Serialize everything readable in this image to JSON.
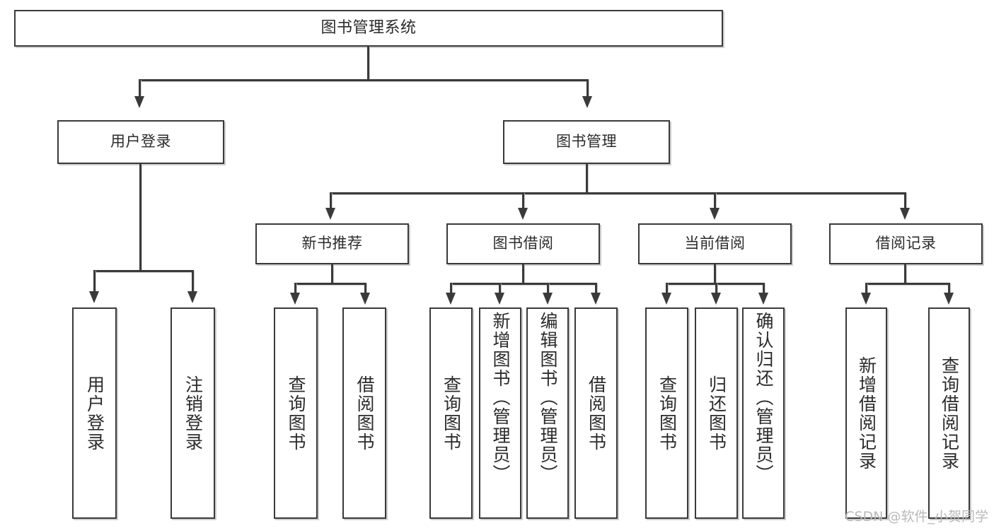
{
  "diagram": {
    "title": "图书管理系统",
    "type": "tree",
    "watermark": "CSDN @软件_小贺同学",
    "colors": {
      "box_border": "#3a3a3a",
      "box_fill": "#ffffff",
      "connector": "#3a3a3a",
      "text": "#2b2b2b",
      "watermark": "#b9b9b9",
      "background": "#ffffff"
    },
    "levels": {
      "root": "图书管理系统",
      "level2": [
        "用户登录",
        "图书管理"
      ],
      "level3": [
        "新书推荐",
        "图书借阅",
        "当前借阅",
        "借阅记录"
      ]
    }
  },
  "nodes": {
    "root": {
      "label": "图书管理系统"
    },
    "user_login": {
      "label": "用户登录"
    },
    "book_manage": {
      "label": "图书管理"
    },
    "new_book_rec": {
      "label": "新书推荐"
    },
    "book_borrow": {
      "label": "图书借阅"
    },
    "current_borrow": {
      "label": "当前借阅"
    },
    "borrow_record": {
      "label": "借阅记录"
    },
    "leaf_user_login": {
      "label": "用户登录"
    },
    "leaf_user_logout": {
      "label": "注销登录"
    },
    "leaf_query_book_1": {
      "label": "查询图书"
    },
    "leaf_borrow_book_1": {
      "label": "借阅图书"
    },
    "leaf_query_book_2": {
      "label": "查询图书"
    },
    "leaf_add_book": {
      "label": "新增图书（管理员）"
    },
    "leaf_edit_book": {
      "label": "编辑图书（管理员）"
    },
    "leaf_borrow_book_2": {
      "label": "借阅图书"
    },
    "leaf_query_book_3": {
      "label": "查询图书"
    },
    "leaf_return_book": {
      "label": "归还图书"
    },
    "leaf_confirm_return": {
      "label": "确认归还（管理员）"
    },
    "leaf_add_record": {
      "label": "新增借阅记录"
    },
    "leaf_query_record": {
      "label": "查询借阅记录"
    }
  }
}
